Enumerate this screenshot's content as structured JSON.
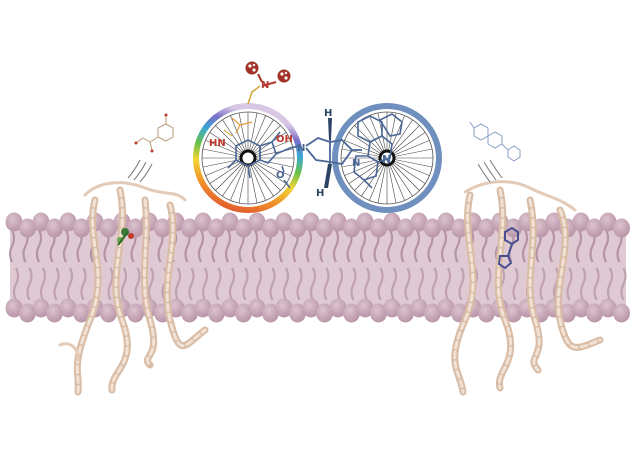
{
  "figure": {
    "labels": {
      "nitrogen_oxide_n": "N",
      "hn_label": "HN",
      "oh_label": "OH",
      "o_label": "O",
      "amide_n": "N",
      "h_top": "H",
      "h_bottom": "H",
      "wheel_n_left": "N",
      "wheel_n_center": "N"
    },
    "colors": {
      "membrane": "#c9a8b8",
      "membrane_dark": "#a88598",
      "protein": "#e8d2bf",
      "protein_shade": "#c9a993",
      "wheel_right_rim": "#6f8fbe",
      "molecule_blue": "#4a6796",
      "oxygen_red": "#c0392b",
      "rainbow": [
        "#d94030",
        "#f08c2a",
        "#f2d534",
        "#67c04a",
        "#3aa6d6",
        "#7a6fc7",
        "#c8b3d9"
      ]
    }
  }
}
